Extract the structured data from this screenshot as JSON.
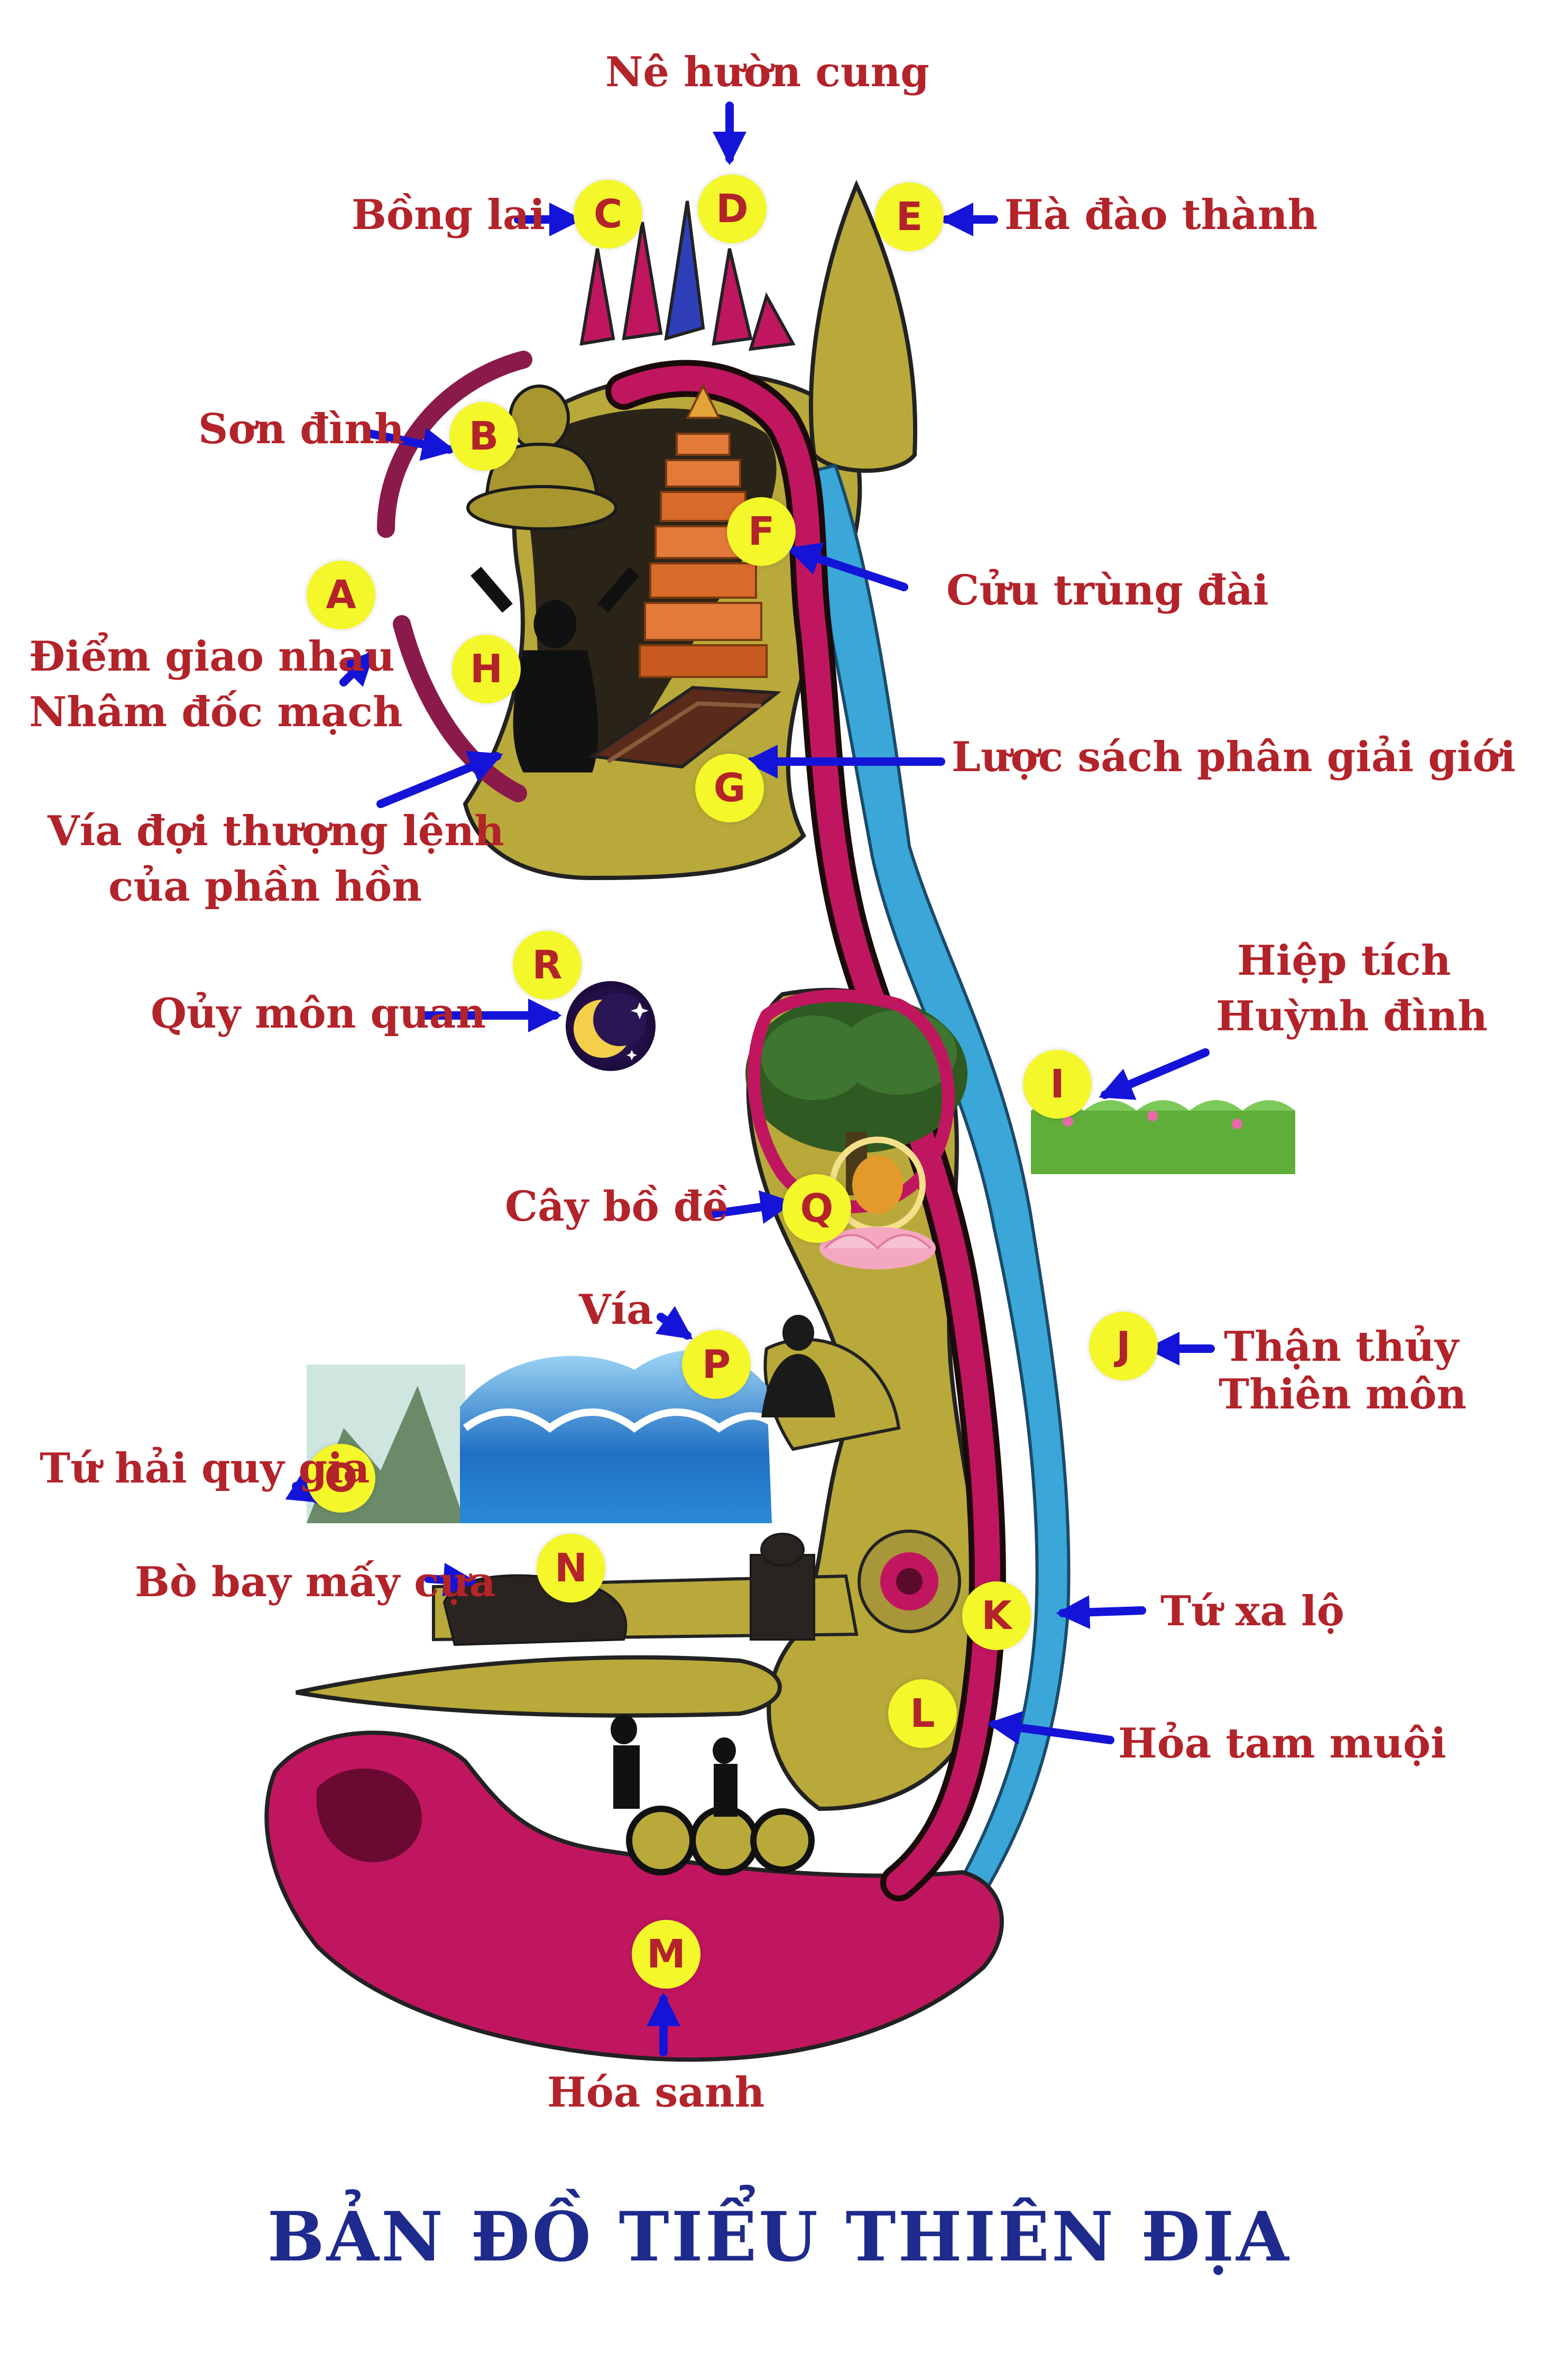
{
  "title": "BẢN ĐỒ TIỂU THIÊN ĐỊA",
  "colors": {
    "label": "#b3232a",
    "title": "#1e2a8c",
    "arrow": "#1414d8",
    "marker": "#f4f72a",
    "spine": "#c0165f",
    "rock": "#b9a93a",
    "water": "#3aa7d8"
  },
  "icons": [
    "buddha-statue-icon",
    "pagoda-icon",
    "bodhi-tree-icon",
    "crescent-moon-icon",
    "ocean-wave-icon",
    "mountain-icon",
    "ox-cart-icon",
    "chariot-icon",
    "grass-icon",
    "lotus-icon"
  ],
  "markers": {
    "A": "A",
    "B": "B",
    "C": "C",
    "D": "D",
    "E": "E",
    "F": "F",
    "G": "G",
    "H": "H",
    "I": "I",
    "J": "J",
    "K": "K",
    "L": "L",
    "M": "M",
    "N": "N",
    "O": "O",
    "P": "P",
    "Q": "Q",
    "R": "R"
  },
  "labels": {
    "ne_huon_cung": "Nê hườn cung",
    "bong_lai": "Bồng lai",
    "ha_dao_thanh": "Hà đào thành",
    "son_dinh": "Sơn đình",
    "cuu_trung_dai": "Cửu trùng đài",
    "diem_giao_nhau_1": "Điểm giao nhau",
    "diem_giao_nhau_2": "Nhâm đốc mạch",
    "luoc_sach": "Lược sách phân giải giới",
    "via_doi_1": "Vía đợi thượng lệnh",
    "via_doi_2": "của phần hồn",
    "hiep_tich_1": "Hiệp tích",
    "hiep_tich_2": "Huỳnh đình",
    "quy_mon_quan": "Qủy môn quan",
    "cay_bo_de": "Cây bồ đề",
    "via": "Vía",
    "than_thuy_1": "Thận thủy",
    "than_thuy_2": "Thiên môn",
    "tu_hai_quy_gia": "Tứ hải quy gia",
    "bo_bay": "Bò bay mấy cựa",
    "tu_xa_lo": "Tứ xa lộ",
    "hoa_tam_muoi": "Hỏa tam muội",
    "hoa_sanh": "Hóa sanh"
  }
}
